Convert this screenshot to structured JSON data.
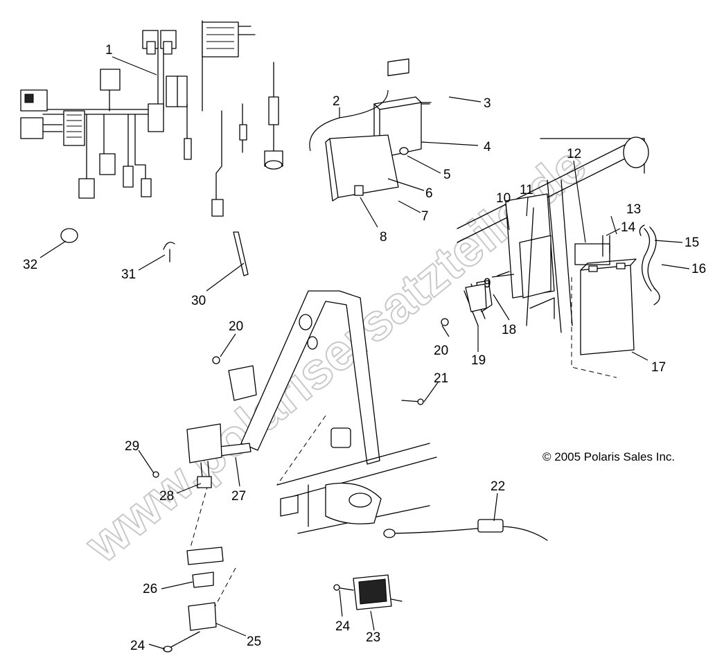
{
  "diagram": {
    "callouts": [
      "1",
      "2",
      "3",
      "4",
      "5",
      "6",
      "7",
      "8",
      "9",
      "10",
      "11",
      "12",
      "13",
      "14",
      "15",
      "16",
      "17",
      "18",
      "19",
      "20",
      "21",
      "22",
      "23",
      "24",
      "25",
      "26",
      "27",
      "28",
      "29",
      "30",
      "31",
      "32"
    ],
    "callouts_extra": {
      "twenty_second": "20",
      "twenty_four_second": "24"
    },
    "copyright": "© 2005 Polaris Sales Inc.",
    "watermark": "www.polarisersatzteile.de"
  }
}
